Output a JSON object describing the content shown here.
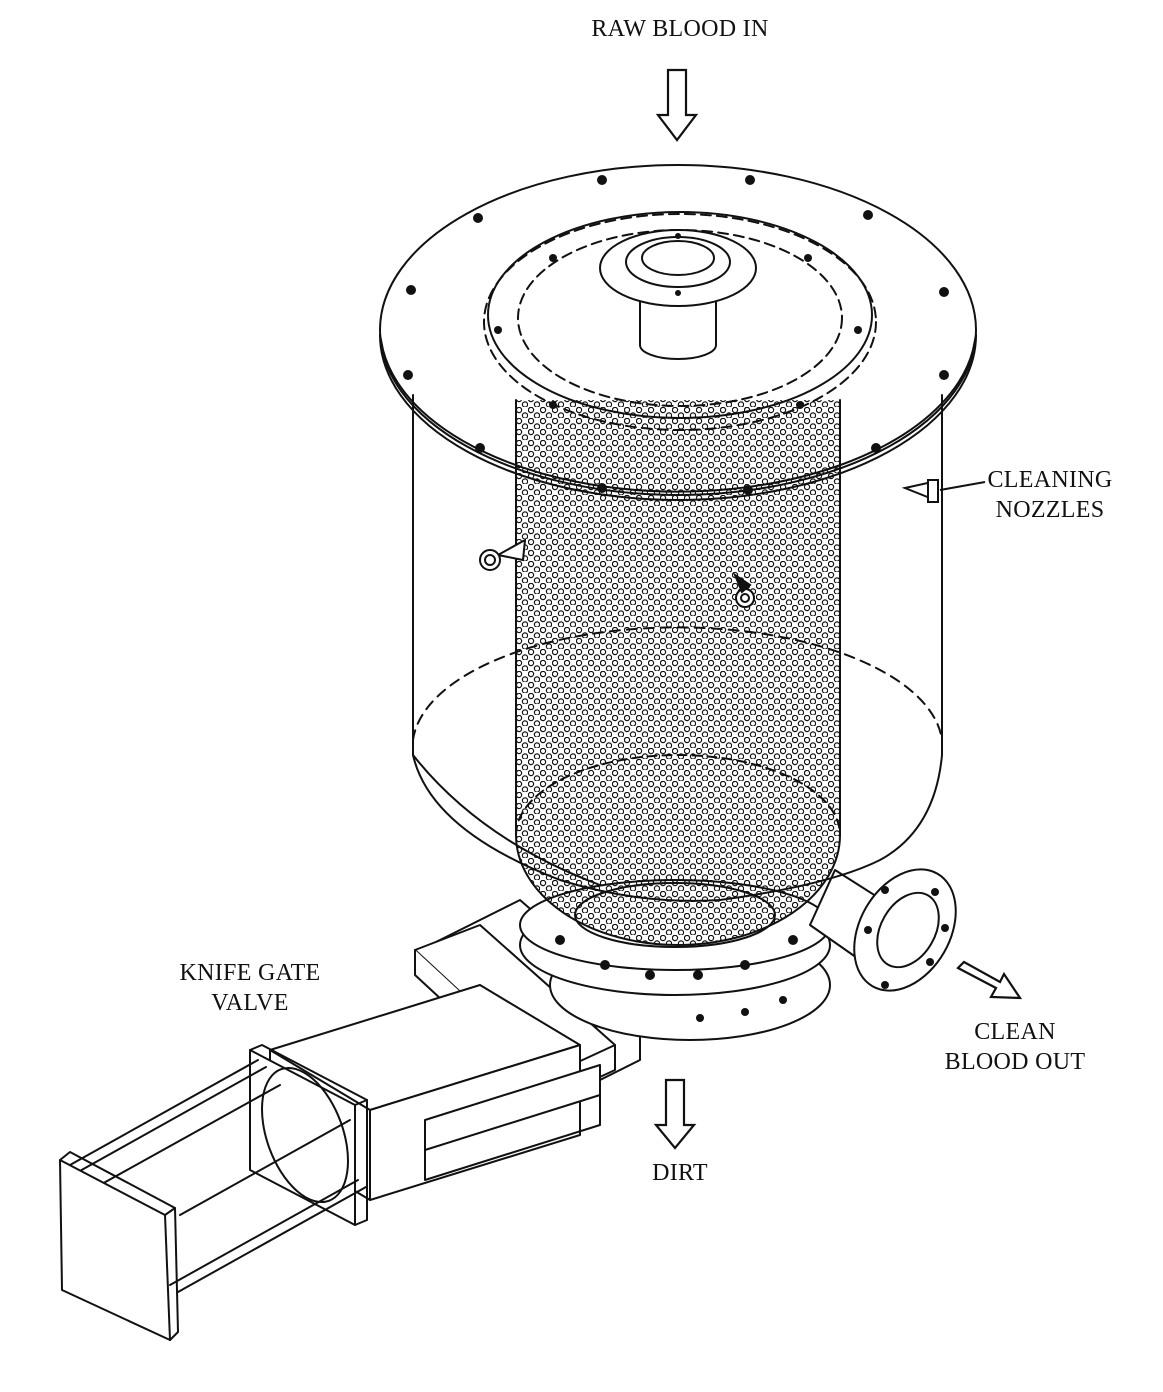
{
  "labels": {
    "raw_blood_in": "RAW BLOOD IN",
    "cleaning_nozzles": [
      "CLEANING",
      "NOZZLES"
    ],
    "knife_gate_valve": [
      "KNIFE GATE",
      "VALVE"
    ],
    "clean_blood_out": [
      "CLEAN",
      "BLOOD OUT"
    ],
    "dirt": "DIRT"
  },
  "colors": {
    "line": "#111111",
    "background": "#ffffff"
  },
  "icons": [
    "inflow-arrow-icon",
    "outflow-arrow-icon",
    "dirt-arrow-icon"
  ]
}
